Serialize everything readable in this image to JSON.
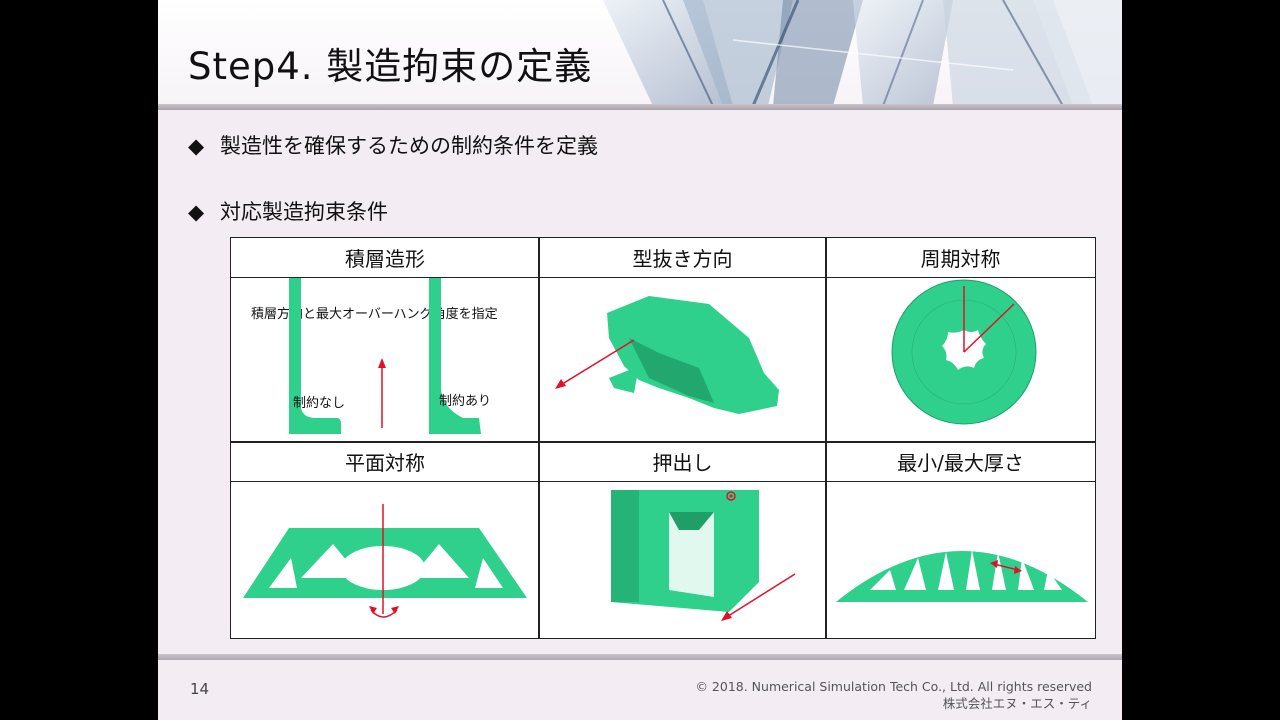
{
  "slide": {
    "title": "Step4.  製造拘束の定義",
    "bullet_mark": "◆",
    "bullets": [
      "製造性を確保するための制約条件を定義",
      "対応製造拘束条件"
    ],
    "table": {
      "headers": [
        "積層造形",
        "型抜き方向",
        "周期対称",
        "平面対称",
        "押出し",
        "最小/最大厚さ"
      ],
      "additive": {
        "caption": "積層方向と最大オーバーハング角度を指定",
        "without": "制約なし",
        "with": "制約あり"
      }
    },
    "page_number": "14",
    "copyright": "© 2018. Numerical Simulation Tech Co., Ltd.  All rights reserved",
    "company": "株式会社エヌ・エス・ティ"
  },
  "colors": {
    "mesh_green": "#2fcf8c",
    "arrow_red": "#e0102a",
    "background": "#f3edf3"
  }
}
